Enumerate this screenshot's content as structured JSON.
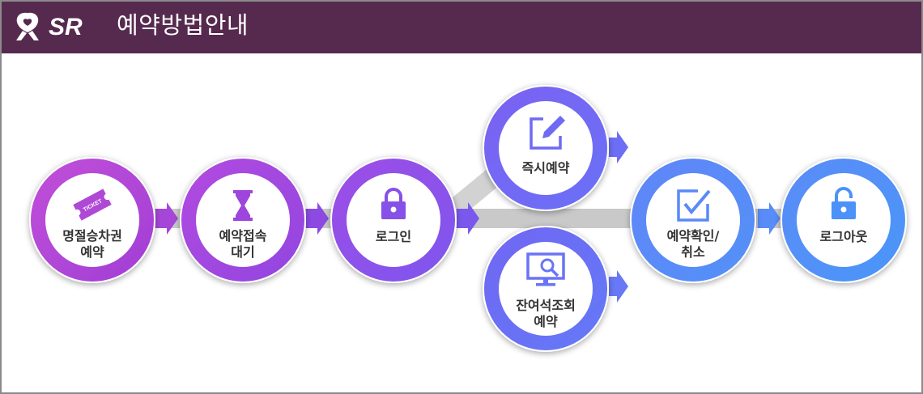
{
  "header": {
    "logo_text": "SR",
    "title": "예약방법안내"
  },
  "colors": {
    "header_bg": "#562a4f",
    "track": "#c9c9c9",
    "purple_dark": "#b348d6",
    "purple_mid": "#9148e2",
    "violet": "#7b5cf0",
    "indigo": "#6f6ef6",
    "blue_mid": "#5e83f7",
    "blue": "#4f8ff8"
  },
  "steps": [
    {
      "label_1": "명절승차권",
      "label_2": "예약",
      "icon": "ticket-icon"
    },
    {
      "label_1": "예약접속",
      "label_2": "대기",
      "icon": "hourglass-icon"
    },
    {
      "label_1": "로그인",
      "label_2": "",
      "icon": "lock-icon"
    },
    {
      "label_1": "즉시예약",
      "label_2": "",
      "icon": "edit-icon"
    },
    {
      "label_1": "잔여석조회",
      "label_2": "예약",
      "icon": "monitor-search-icon"
    },
    {
      "label_1": "예약확인/",
      "label_2": "취소",
      "icon": "checkbox-icon"
    },
    {
      "label_1": "로그아웃",
      "label_2": "",
      "icon": "unlock-icon"
    }
  ],
  "ticket_text": "TICKET"
}
